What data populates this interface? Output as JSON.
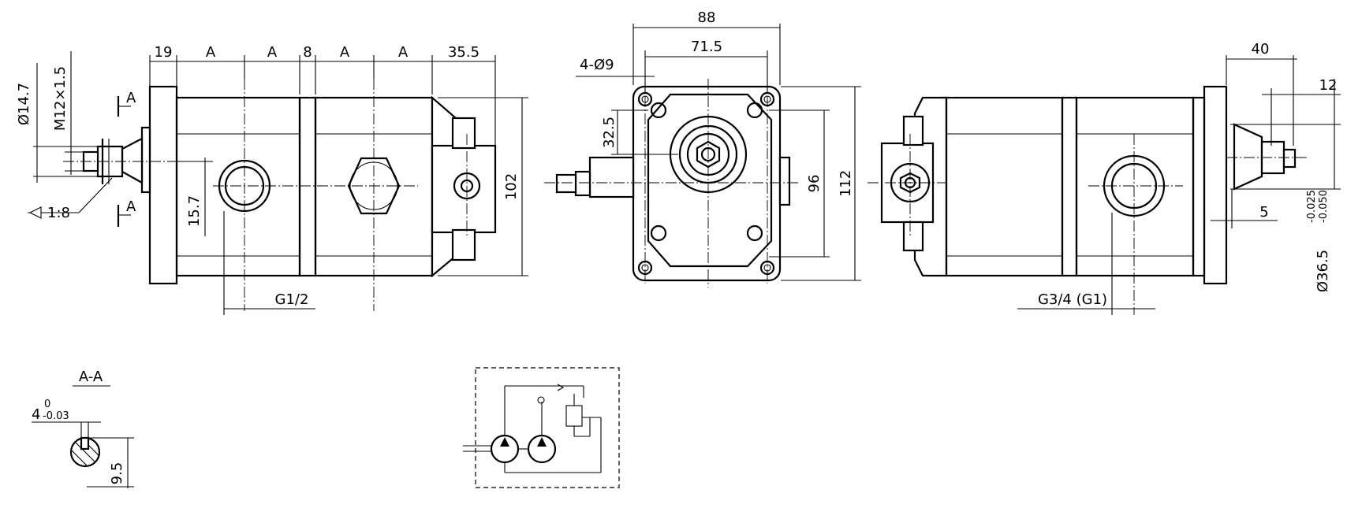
{
  "dims": {
    "d19": "19",
    "dA1": "A",
    "dA2": "A",
    "d8": "8",
    "dA3": "A",
    "dA4": "A",
    "d35_5": "35.5",
    "dia14_7": "Ø14.7",
    "m12": "M12×1.5",
    "taper": "1:8",
    "secA_top": "A",
    "secA_bot": "A",
    "d15_7": "15.7",
    "d102": "102",
    "g12": "G1/2",
    "d88": "88",
    "d71_5": "71.5",
    "hole4": "4-Ø9",
    "d32_5": "32.5",
    "d96": "96",
    "d112": "112",
    "d40": "40",
    "d12": "12",
    "d5": "5",
    "dia36_5": "Ø36.5",
    "tol_up": "-0.025",
    "tol_lo": "-0.050",
    "g34": "G3/4 (G1)",
    "sec_title": "A-A",
    "key_w": "4",
    "key_tol_up": "0",
    "key_tol_lo": "-0.03",
    "d9_5": "9.5"
  }
}
